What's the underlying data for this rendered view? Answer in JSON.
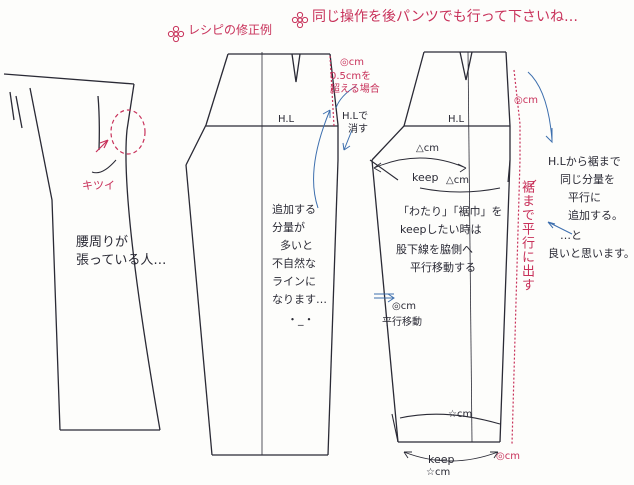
{
  "header": {
    "left_title": "レシピの修正例",
    "right_title": "同じ操作を後パンツでも行って下さいね…"
  },
  "left_figure": {
    "tight_label": "キツイ",
    "note_lines": [
      "腰周りが",
      "張っている人…"
    ]
  },
  "middle_figure": {
    "hl_label": "H.L",
    "add_top": "◎cm",
    "over_note": [
      "0.5cmを",
      "超える場合"
    ],
    "hl_arrow_note": [
      "H.Lで",
      "消す"
    ],
    "explain_lines": [
      "追加する",
      "分量が",
      "多いと",
      "不自然な",
      "ラインに",
      "なります…"
    ],
    "face": "・_・"
  },
  "right_figure": {
    "hl_label": "H.L",
    "delta_left": "△cm",
    "delta_right": "△cm",
    "keep1": "keep",
    "add_top": "◎cm",
    "hem_vertical": "裾まで平行に出す",
    "center_lines": [
      "「わたり」「裾巾」を",
      "keepしたい時は",
      "股下線を脇側へ",
      "平行移動する"
    ],
    "shift_cm": "◎cm",
    "shift_label": "平行移動",
    "bottom_star": "☆cm",
    "keep2": "keep",
    "keep2_star": "☆cm",
    "hem_cm": "◎cm"
  },
  "right_note": {
    "lines": [
      "H.Lから裾まで",
      "同じ分量を",
      "平行に",
      "追加する。",
      "…と",
      "良いと思います。"
    ]
  },
  "colors": {
    "ink": "#2a2a35",
    "red": "#c8315a",
    "blue": "#3d6fae"
  }
}
